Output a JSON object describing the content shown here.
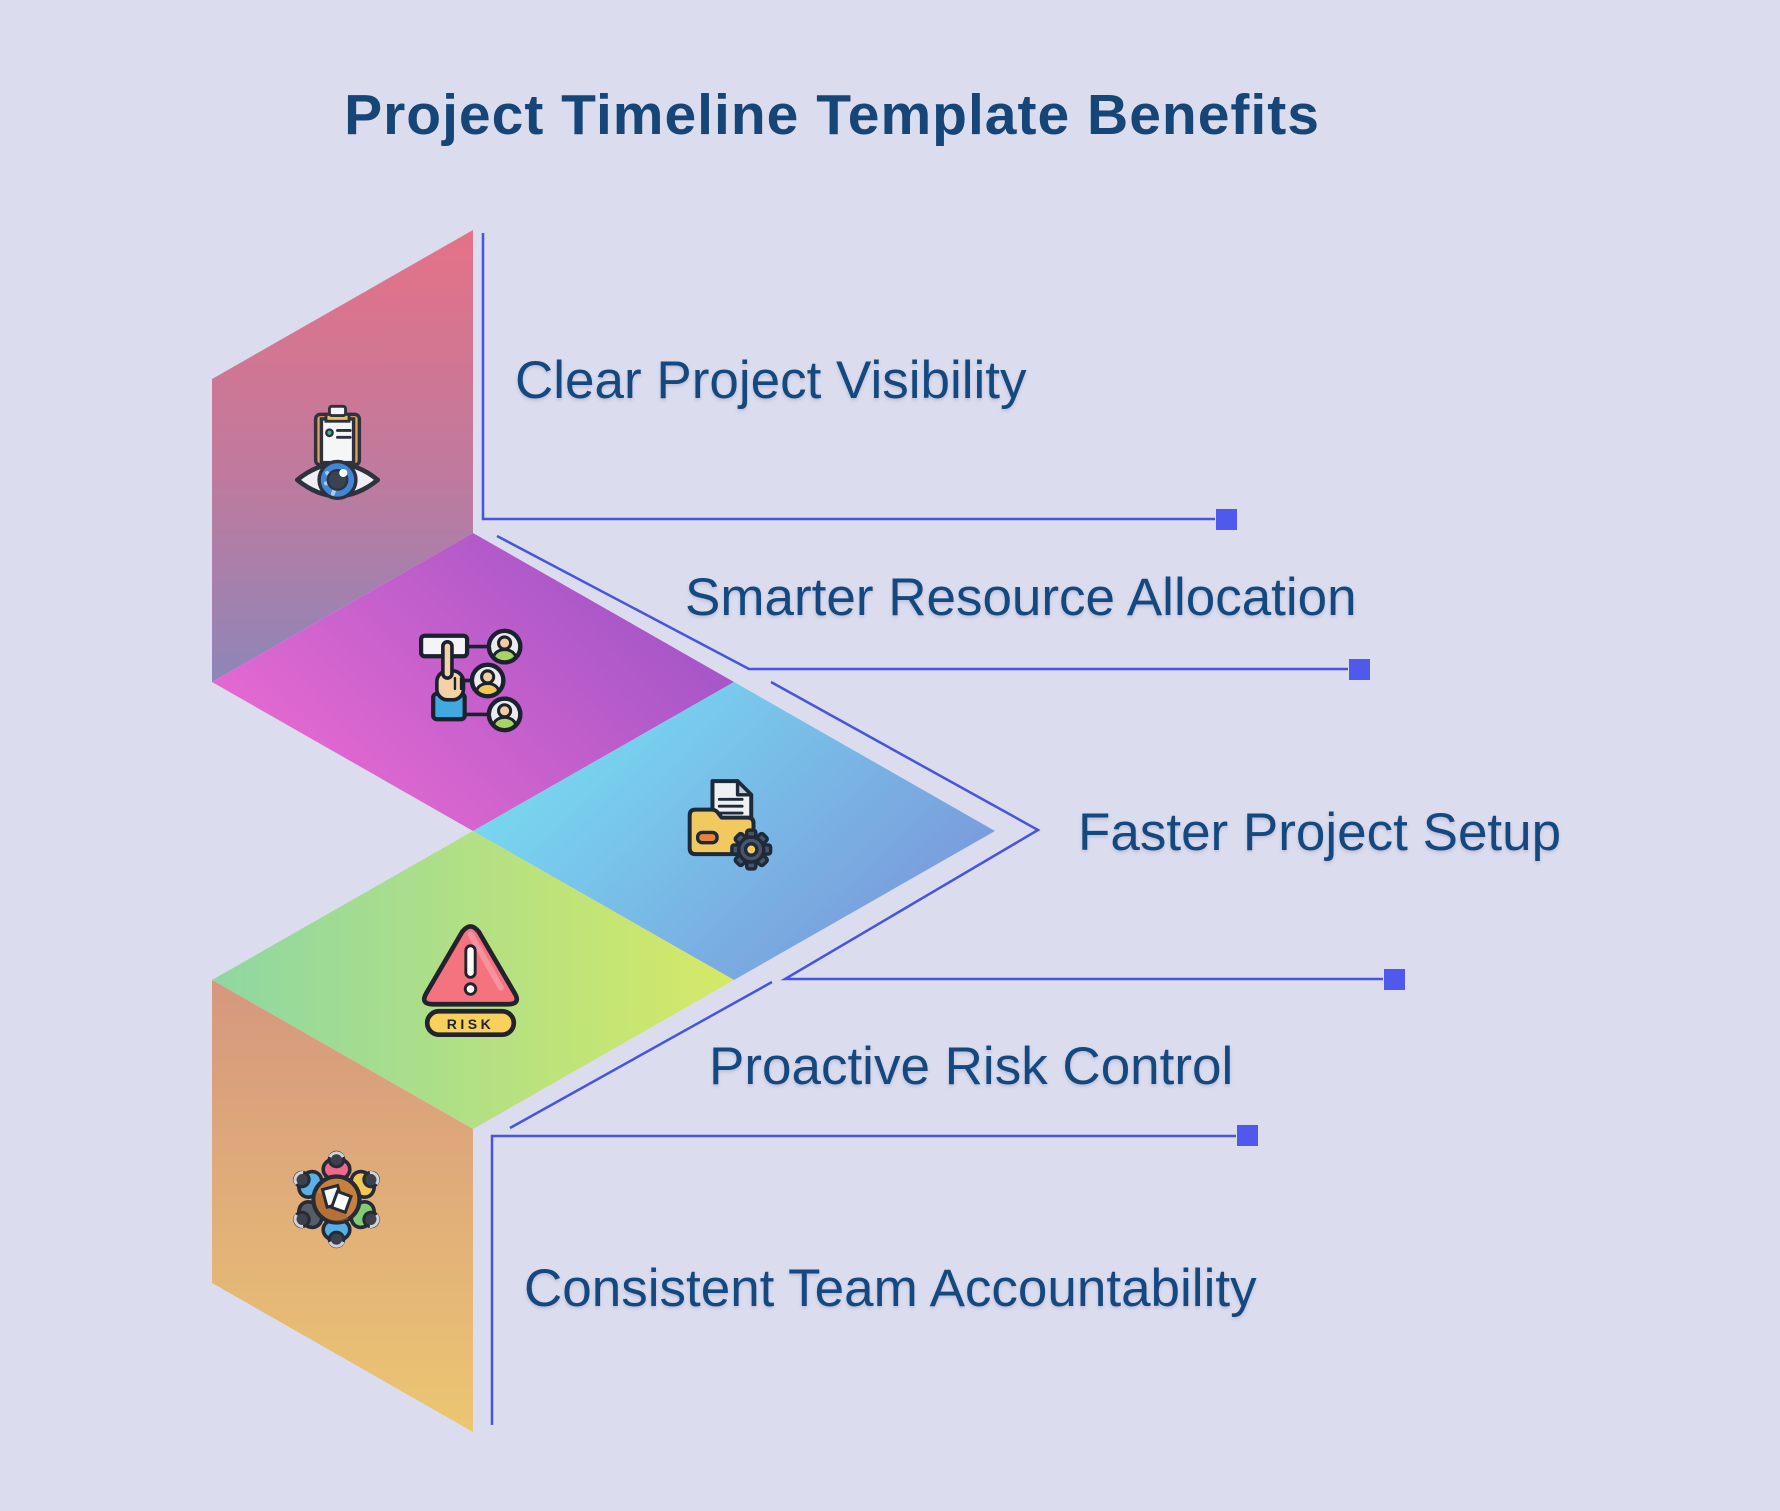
{
  "title": "Project Timeline Template Benefits",
  "items": [
    {
      "label": "Clear Project Visibility",
      "icon": "clipboard-eye-icon"
    },
    {
      "label": "Smarter Resource Allocation",
      "icon": "resource-allocation-icon"
    },
    {
      "label": "Faster Project Setup",
      "icon": "folder-gear-icon"
    },
    {
      "label": "Proactive Risk Control",
      "icon": "risk-warning-icon",
      "icon_badge": "RISK"
    },
    {
      "label": "Consistent Team Accountability",
      "icon": "team-meeting-icon"
    }
  ],
  "colors": {
    "background": "#dbdcee",
    "title_text": "#164677",
    "label_text": "#14497f",
    "connector_line": "#4753e2",
    "marker_square": "#4f5aed",
    "shape1_gradient": [
      "#e57287",
      "#8e86b8"
    ],
    "shape2_gradient": [
      "#ee6cd2",
      "#9b53c6"
    ],
    "shape3_gradient": [
      "#76e0f3",
      "#7b93d9"
    ],
    "shape4_gradient": [
      "#8ed7a2",
      "#d6e966"
    ],
    "shape5_gradient": [
      "#d5977f",
      "#ecc672"
    ]
  }
}
